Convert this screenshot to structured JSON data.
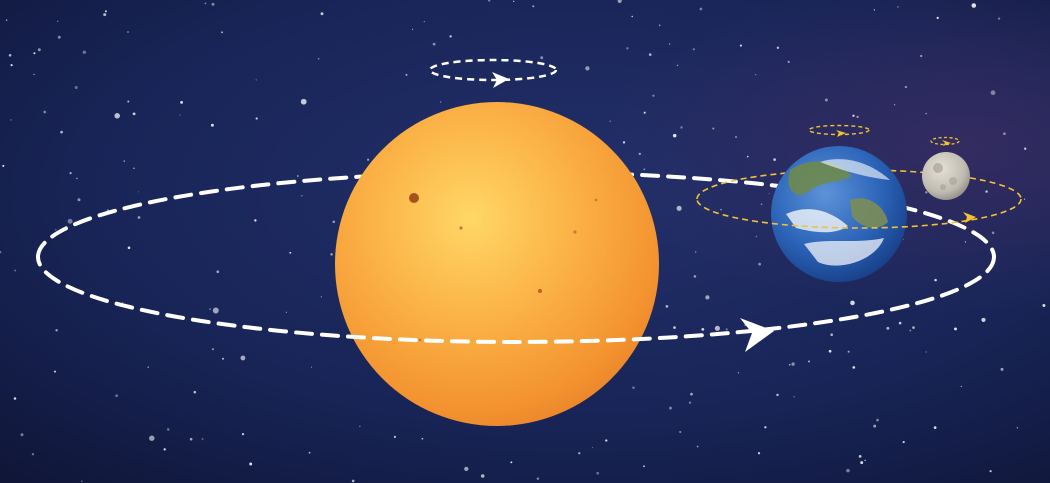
{
  "scene": {
    "bodies": [
      {
        "name": "sun",
        "icon": "sun-icon"
      },
      {
        "name": "earth",
        "icon": "earth-icon"
      },
      {
        "name": "moon",
        "icon": "moon-icon"
      }
    ],
    "paths": [
      {
        "name": "earth-orbit-around-sun",
        "style": "white dashed",
        "direction": "counterclockwise"
      },
      {
        "name": "sun-rotation",
        "style": "white dashed",
        "direction": "counterclockwise"
      },
      {
        "name": "moon-orbit-around-earth",
        "style": "yellow dashed",
        "direction": "counterclockwise"
      },
      {
        "name": "earth-rotation",
        "style": "yellow dashed",
        "direction": "counterclockwise"
      },
      {
        "name": "moon-rotation",
        "style": "yellow dashed",
        "direction": "counterclockwise"
      }
    ]
  },
  "colors": {
    "space": "#182456",
    "sun": "#f7a53a",
    "earth_ocean": "#2b63b8",
    "moon": "#c9c6bd",
    "orbit_white": "#ffffff",
    "orbit_yellow": "#f2c233"
  }
}
